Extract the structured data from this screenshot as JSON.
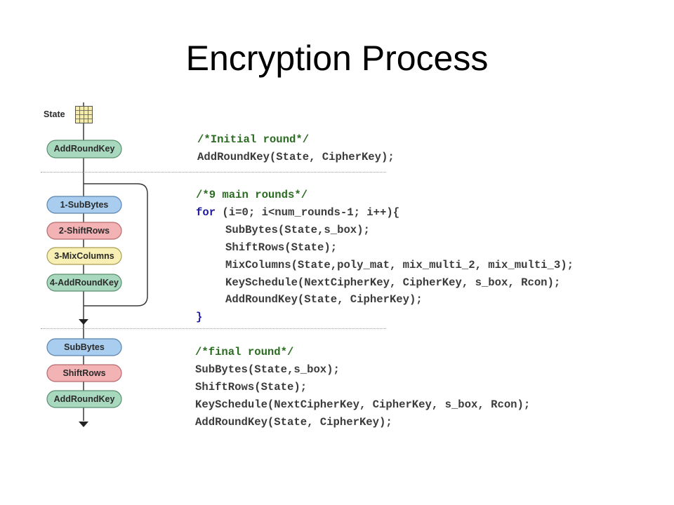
{
  "title": "Encryption Process",
  "colors": {
    "green_fill": "#a8d8be",
    "green_stroke": "#5a8f6e",
    "blue_fill": "#a9cdee",
    "blue_stroke": "#5b84ad",
    "red_fill": "#f3b3b5",
    "red_stroke": "#b66b6e",
    "yellow_fill": "#f7efb3",
    "yellow_stroke": "#a99d56",
    "code_comment": "#2b6b21",
    "code_keyword": "#1f1a9e",
    "code_text": "#3b3b3b"
  },
  "flow": {
    "state_label": "State",
    "initial": [
      "AddRoundKey"
    ],
    "main": [
      "1-SubBytes",
      "2-ShiftRows",
      "3-MixColumns",
      "4-AddRoundKey"
    ],
    "final": [
      "SubBytes",
      "ShiftRows",
      "AddRoundKey"
    ]
  },
  "code": {
    "initial": {
      "comment": "/*Initial round*/",
      "lines": [
        "AddRoundKey(State, CipherKey);"
      ]
    },
    "main": {
      "comment": "/*9 main rounds*/",
      "for_keyword": "for",
      "for_rest": " (i=0; i<num_rounds-1; i++){",
      "lines": [
        "SubBytes(State,s_box);",
        "ShiftRows(State);",
        "MixColumns(State,poly_mat, mix_multi_2, mix_multi_3);",
        "KeySchedule(NextCipherKey, CipherKey, s_box, Rcon);",
        "AddRoundKey(State, CipherKey);"
      ],
      "close": "}"
    },
    "final": {
      "comment": "/*final round*/",
      "lines": [
        "SubBytes(State,s_box);",
        "ShiftRows(State);",
        "KeySchedule(NextCipherKey, CipherKey, s_box, Rcon);",
        "AddRoundKey(State, CipherKey);"
      ]
    }
  }
}
